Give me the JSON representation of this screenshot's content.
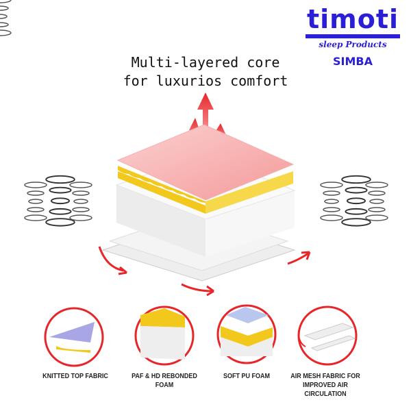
{
  "headline": {
    "line1": "Multi-layered core",
    "line2": "for luxurios comfort"
  },
  "logo": {
    "brand": "timoti",
    "tagline": "sleep Products",
    "model": "SIMBA"
  },
  "features": [
    {
      "label": "KNITTED TOP FABRIC"
    },
    {
      "label": "PAF & HD REBONDED FOAM"
    },
    {
      "label": "SOFT PU FOAM"
    },
    {
      "label": "AIR MESH FABRIC FOR IMPROVED AIR CIRCULATION"
    }
  ],
  "colors": {
    "accent": "#e8262a",
    "brand": "#2a1fd6",
    "foam": "#f2c81c",
    "fabric": "#f8b6b6"
  }
}
